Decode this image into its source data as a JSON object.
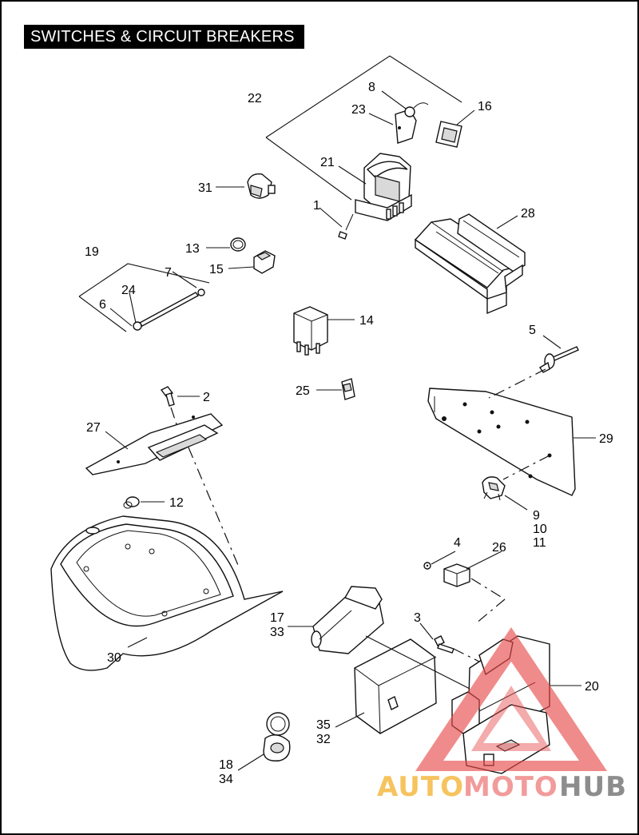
{
  "title": "SWITCHES & CIRCUIT BREAKERS",
  "callouts": {
    "c1": "1",
    "c2": "2",
    "c3": "3",
    "c4": "4",
    "c5": "5",
    "c6": "6",
    "c7": "7",
    "c8": "8",
    "c9": "9",
    "c10": "10",
    "c11": "11",
    "c12": "12",
    "c13": "13",
    "c14": "14",
    "c15": "15",
    "c16": "16",
    "c17": "17",
    "c18": "18",
    "c19": "19",
    "c20": "20",
    "c21": "21",
    "c22": "22",
    "c23": "23",
    "c24": "24",
    "c25": "25",
    "c26": "26",
    "c27": "27",
    "c28": "28",
    "c29": "29",
    "c30": "30",
    "c31": "31",
    "c32": "32",
    "c33": "33",
    "c34": "34",
    "c35": "35"
  },
  "watermark": {
    "part1": "AUTO",
    "part2": "MOTO",
    "part3": "HUB",
    "colors": {
      "auto": "#f5b942",
      "moto": "#f08a8a",
      "hub": "#7a7a7a",
      "triangle": "#e84a4a"
    }
  }
}
